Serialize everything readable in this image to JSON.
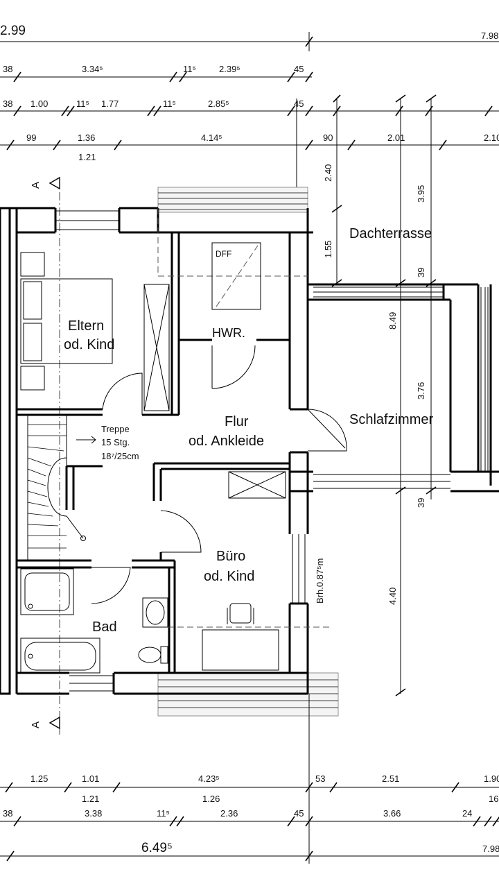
{
  "rooms": {
    "eltern_line1": "Eltern",
    "eltern_line2": "od. Kind",
    "hwr": "HWR.",
    "dff": "DFF",
    "flur_line1": "Flur",
    "flur_line2": "od. Ankleide",
    "schlafzimmer": "Schlafzimmer",
    "dachterrasse": "Dachterrasse",
    "buero_line1": "Büro",
    "buero_line2": "od. Kind",
    "bad": "Bad"
  },
  "stair": {
    "line1": "Treppe",
    "line2": "15 Stg.",
    "line3": "18⁷/25cm"
  },
  "section_marker": "A",
  "window_note": "Brh.0.87⁵m",
  "dimensions": {
    "top": {
      "row1": [
        "2.99",
        "7.98"
      ],
      "row2": [
        "38",
        "3.34⁵",
        "11⁵",
        "2.39⁵",
        "45"
      ],
      "row3": [
        "38",
        "1.00",
        "11⁵",
        "1.77",
        "11⁵",
        "2.85⁵",
        "45"
      ],
      "row4": [
        "99",
        "1.36",
        "4.14⁵",
        "90",
        "2.01",
        "2.10"
      ],
      "row4_sub": [
        "1.21"
      ]
    },
    "right_vertical": [
      "2.40",
      "1.55",
      "3.95",
      "39",
      "8.49",
      "3.76",
      "39",
      "4.40"
    ],
    "bottom": {
      "row1": [
        "1.25",
        "1.01",
        "4.23⁵",
        "53",
        "2.51",
        "1.90"
      ],
      "row1_sub": [
        "1.21",
        "1.26",
        "16"
      ],
      "row2": [
        "38",
        "3.38",
        "11⁵",
        "2.36",
        "45",
        "3.66",
        "24"
      ],
      "row3": [
        "6.49⁵",
        "7.98"
      ]
    }
  }
}
